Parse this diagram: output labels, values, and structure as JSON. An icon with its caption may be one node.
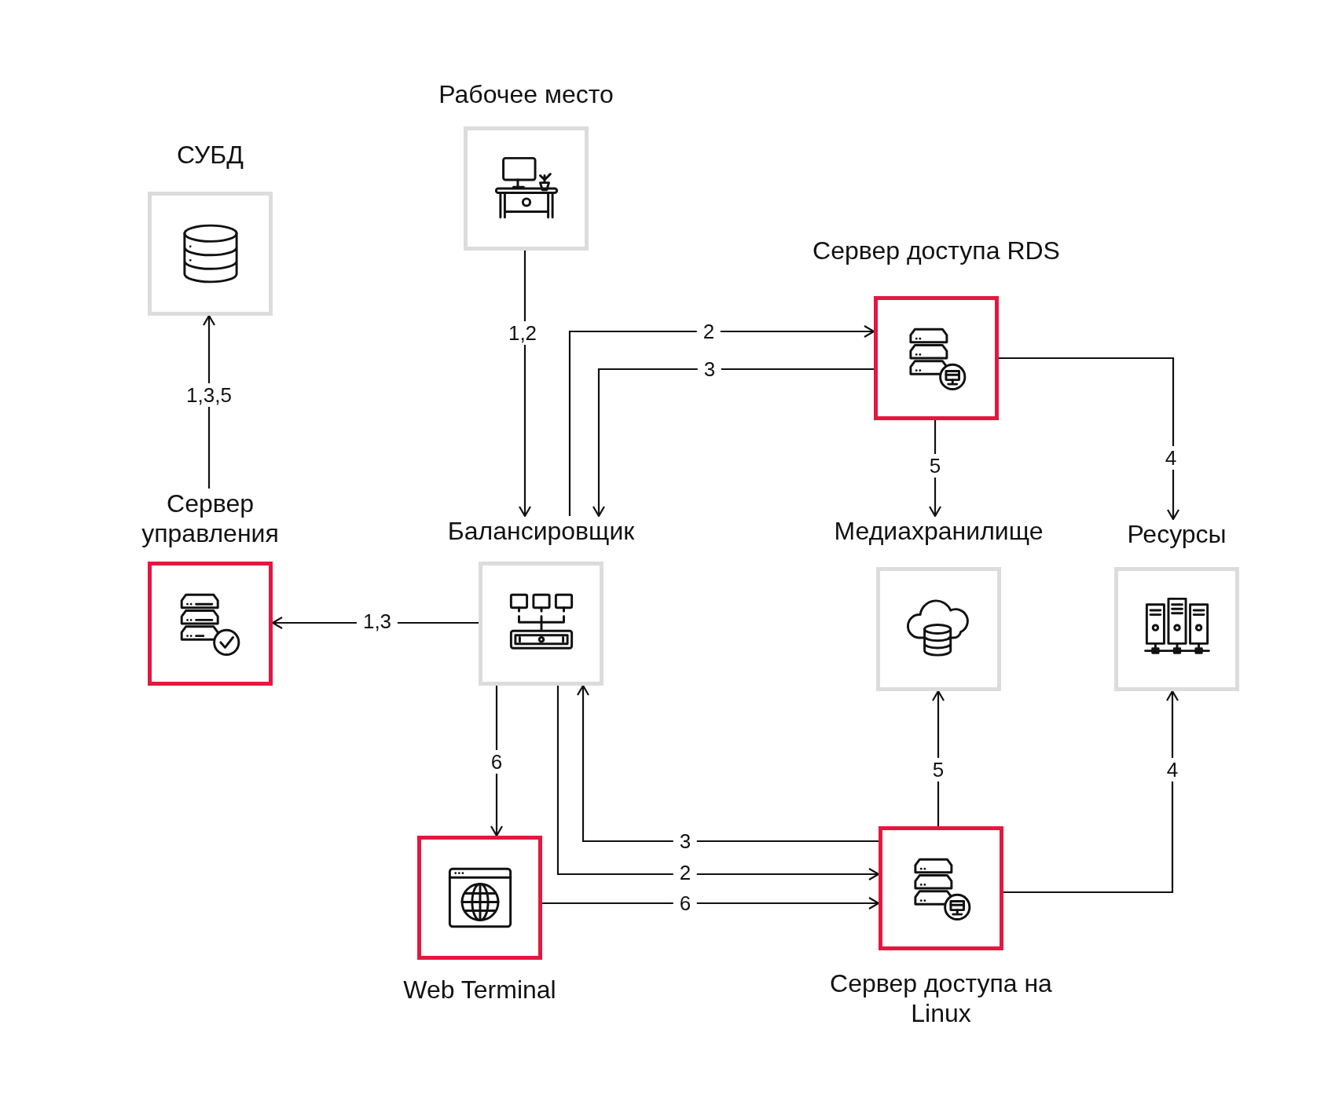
{
  "diagram": {
    "nodes": [
      {
        "text": [
          "СУБД"
        ]
      },
      {
        "text": [
          "Рабочее место"
        ]
      },
      {
        "text": [
          "Сервер доступа RDS"
        ]
      },
      {
        "text": [
          "Сервер управления"
        ]
      },
      {
        "text": [
          "Балансировщик"
        ]
      },
      {
        "text": [
          "Медиахранилище"
        ]
      },
      {
        "text": [
          "Ресурсы"
        ]
      },
      {
        "text": [
          "Web Terminal"
        ]
      },
      {
        "text": [
          "Сервер доступа на Linux"
        ]
      }
    ],
    "edges": [
      {
        "from": 3,
        "to": 0,
        "arrow": "to",
        "label": "1,3,5"
      },
      {
        "from": 1,
        "to": 4,
        "arrow": "to",
        "label": "1,2"
      },
      {
        "from": 4,
        "to": 2,
        "arrow": "to",
        "label": "2"
      },
      {
        "from": 2,
        "to": 4,
        "arrow": "to",
        "label": "3"
      },
      {
        "from": 2,
        "to": 5,
        "arrow": "to",
        "label": "5"
      },
      {
        "from": 2,
        "to": 6,
        "arrow": "to",
        "label": "4"
      },
      {
        "from": 4,
        "to": 3,
        "arrow": "to",
        "label": "1,3"
      },
      {
        "from": 4,
        "to": 7,
        "arrow": "to",
        "label": "6"
      },
      {
        "from": 8,
        "to": 4,
        "arrow": "to",
        "label": "3"
      },
      {
        "from": 4,
        "to": 8,
        "arrow": "to",
        "label": "2"
      },
      {
        "from": 7,
        "to": 8,
        "arrow": "to",
        "label": "6"
      },
      {
        "from": 8,
        "to": 5,
        "arrow": "to",
        "label": "5"
      },
      {
        "from": 8,
        "to": 6,
        "arrow": "to",
        "label": "4"
      }
    ]
  }
}
